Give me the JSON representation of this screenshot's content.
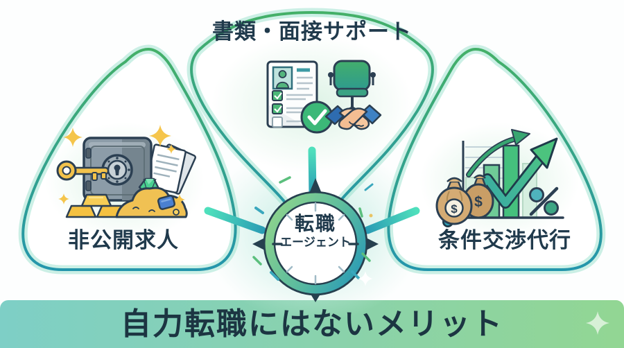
{
  "infographic": {
    "title_banner": "自力転職にはないメリット",
    "center_badge": {
      "line1": "転職",
      "line2": "エージェント"
    },
    "sections": {
      "top": {
        "label": "書類・面接サポート"
      },
      "left": {
        "label": "非公開求人"
      },
      "right": {
        "label": "条件交渉代行"
      }
    },
    "money_symbol": "$",
    "icons": {
      "top": [
        "resume-checklist-icon",
        "check-circle-icon",
        "office-chair-icon",
        "handshake-icon"
      ],
      "left": [
        "key-icon",
        "safe-icon",
        "gold-bars-icon",
        "treasure-pile-icon",
        "documents-icon"
      ],
      "right": [
        "money-bags-icon",
        "bar-chart-icon",
        "growth-arrow-icon",
        "percent-icon"
      ],
      "center": [
        "compass-badge-icon"
      ]
    },
    "colors": {
      "banner_gradient_left": "#7ecfc6",
      "banner_gradient_right": "#92d693",
      "petal_stroke_green": "#44b068",
      "petal_stroke_teal": "#2496ac",
      "accent_mint": "#4fe0bc",
      "text_dark": "#203a4c",
      "gold": "#f2c24c"
    }
  }
}
